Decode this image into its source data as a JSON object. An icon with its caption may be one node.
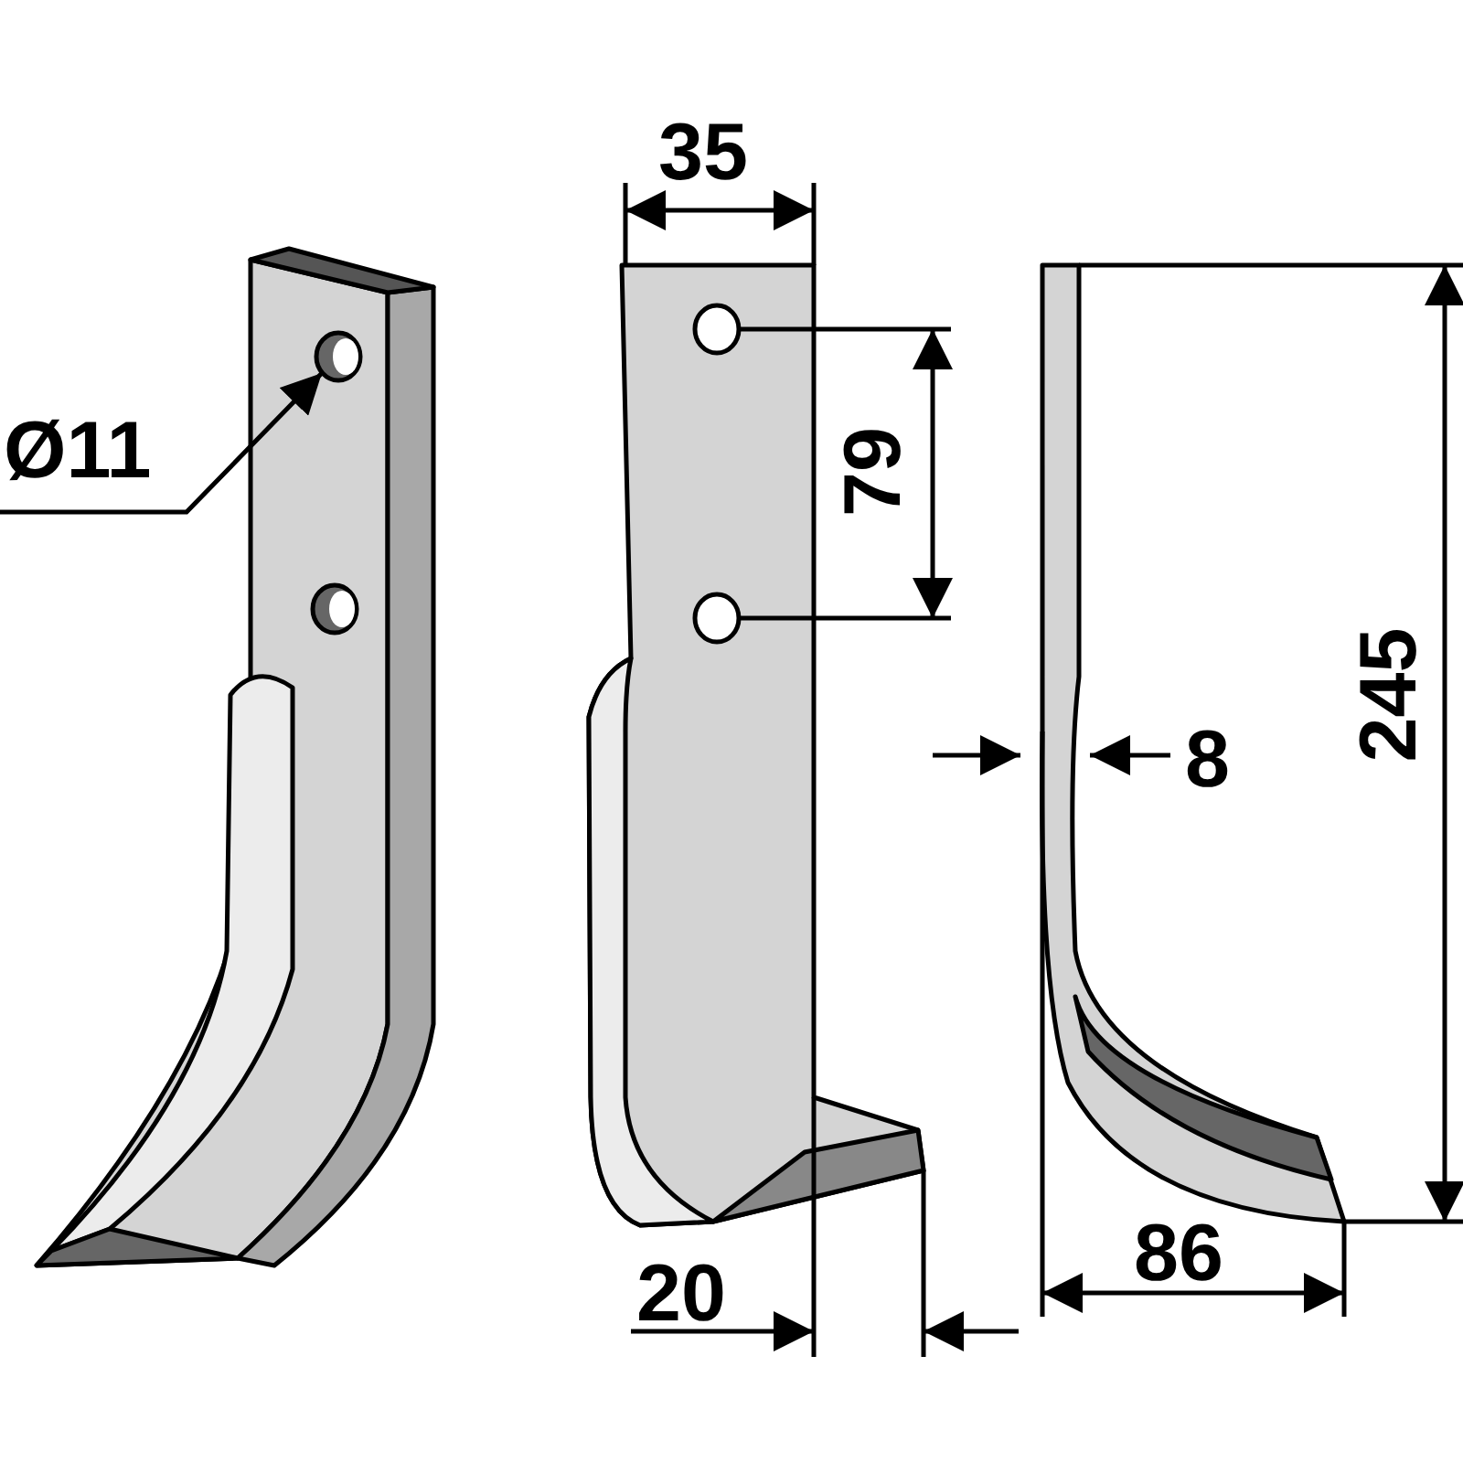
{
  "diagram": {
    "nodes": [
      {
        "text": [
          "Ø11"
        ]
      },
      {
        "text": [],
        "shape": "circle"
      }
    ],
    "edges": [
      {
        "from": 0,
        "to": 1,
        "arrow": "to"
      }
    ],
    "labels": [
      "35",
      "79",
      "245",
      "8",
      "86",
      "20"
    ]
  }
}
